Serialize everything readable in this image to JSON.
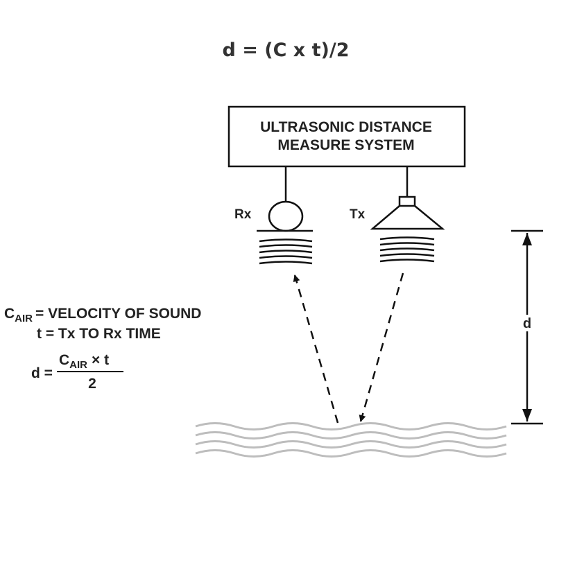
{
  "title": "d = (C x t)/2",
  "system_box": {
    "line1": "ULTRASONIC DISTANCE",
    "line2": "MEASURE SYSTEM"
  },
  "receiver": {
    "label": "Rx"
  },
  "transmitter": {
    "label": "Tx"
  },
  "distance_marker": {
    "label": "d"
  },
  "legend": {
    "c_symbol": "C",
    "c_subscript": "AIR",
    "c_definition": "= VELOCITY OF SOUND",
    "t_definition": "t = Tx TO Rx TIME",
    "formula_lhs": "d =",
    "formula_numerator_symbol": "C",
    "formula_numerator_subscript": "AIR",
    "formula_numerator_rest": "× t",
    "formula_denominator": "2"
  },
  "colors": {
    "ink": "#111111",
    "water": "#bdbdbd",
    "title": "#333333"
  },
  "icons": [
    "receiver-icon",
    "transmitter-icon",
    "sound-wave-icon",
    "water-surface-icon",
    "arrow-icon"
  ]
}
